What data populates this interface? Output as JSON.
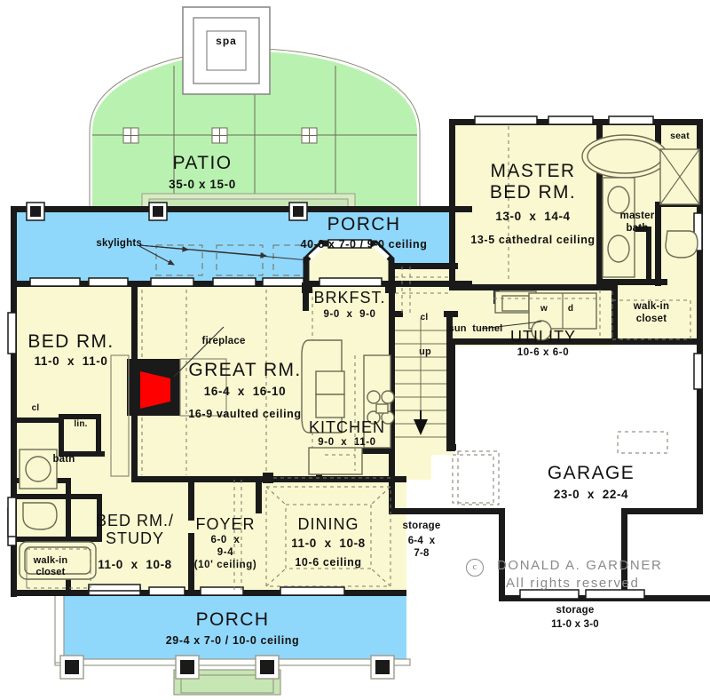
{
  "plan": {
    "title": "DONALD A. GARDNER",
    "copyright_line1": "DONALD A. GARDNER",
    "copyright_line2": "All rights reserved",
    "copyright_symbol": "c",
    "colors": {
      "room_fill": "#faf8d0",
      "porch_fill": "#90d8fb",
      "patio_fill": "#b9f2b0",
      "wall": "#1a1a1a",
      "thin_line": "#5a5a4a",
      "fireplace": "#ff0000",
      "step_pad": "#c6e6b4",
      "copyright_text": "#8a8a8a"
    }
  },
  "rooms": [
    {
      "id": "spa",
      "name": "spa",
      "dim": "",
      "note": ""
    },
    {
      "id": "patio",
      "name": "PATIO",
      "dim": "35-0 x 15-0",
      "note": ""
    },
    {
      "id": "porch_rear",
      "name": "PORCH",
      "dim": "40-8 x 7-0 / 9-0 ceiling",
      "note": ""
    },
    {
      "id": "master",
      "name": "MASTER\nBED RM.",
      "dim": "13-0  x  14-4",
      "note": "13-5 cathedral ceiling"
    },
    {
      "id": "masterbath",
      "name": "master\nbath",
      "dim": "",
      "note": ""
    },
    {
      "id": "seat",
      "name": "seat",
      "dim": "",
      "note": ""
    },
    {
      "id": "walkin_m",
      "name": "walk-in\ncloset",
      "dim": "",
      "note": ""
    },
    {
      "id": "utility",
      "name": "UTILITY",
      "dim": "10-6 x 6-0",
      "note": ""
    },
    {
      "id": "washer",
      "name": "w",
      "dim": "",
      "note": ""
    },
    {
      "id": "dryer",
      "name": "d",
      "dim": "",
      "note": ""
    },
    {
      "id": "suntunnel",
      "name": "sun  tunnel",
      "dim": "",
      "note": ""
    },
    {
      "id": "brkfst",
      "name": "BRKFST.",
      "dim": "9-0  x  9-0",
      "note": ""
    },
    {
      "id": "closet_brk",
      "name": "cl",
      "dim": "",
      "note": ""
    },
    {
      "id": "up",
      "name": "up",
      "dim": "",
      "note": ""
    },
    {
      "id": "bed2",
      "name": "BED RM.",
      "dim": "11-0  x  11-0",
      "note": ""
    },
    {
      "id": "closet_b2",
      "name": "cl",
      "dim": "",
      "note": ""
    },
    {
      "id": "linen",
      "name": "lin.",
      "dim": "",
      "note": ""
    },
    {
      "id": "bath",
      "name": "bath",
      "dim": "",
      "note": ""
    },
    {
      "id": "walkin_s",
      "name": "walk-in\ncloset",
      "dim": "",
      "note": ""
    },
    {
      "id": "greatrm",
      "name": "GREAT RM.",
      "dim": "16-4  x  16-10",
      "note": "16-9 vaulted ceiling"
    },
    {
      "id": "fireplace",
      "name": "fireplace",
      "dim": "",
      "note": ""
    },
    {
      "id": "skylights",
      "name": "skylights",
      "dim": "",
      "note": ""
    },
    {
      "id": "kitchen",
      "name": "KITCHEN",
      "dim": "9-0  x  11-0",
      "note": ""
    },
    {
      "id": "study",
      "name": "BED RM./\nSTUDY",
      "dim": "11-0  x  10-8",
      "note": ""
    },
    {
      "id": "foyer",
      "name": "FOYER",
      "dim": "6-0  x\n9-4",
      "note": "(10' ceiling)"
    },
    {
      "id": "dining",
      "name": "DINING",
      "dim": "11-0  x  10-8",
      "note": "10-6 ceiling"
    },
    {
      "id": "storage1",
      "name": "storage",
      "dim": "6-4  x\n7-8",
      "note": ""
    },
    {
      "id": "garage",
      "name": "GARAGE",
      "dim": "23-0  x  22-4",
      "note": ""
    },
    {
      "id": "storage2",
      "name": "storage",
      "dim": "11-0 x 3-0",
      "note": ""
    },
    {
      "id": "porch_front",
      "name": "PORCH",
      "dim": "29-4 x 7-0 / 10-0 ceiling",
      "note": ""
    }
  ]
}
